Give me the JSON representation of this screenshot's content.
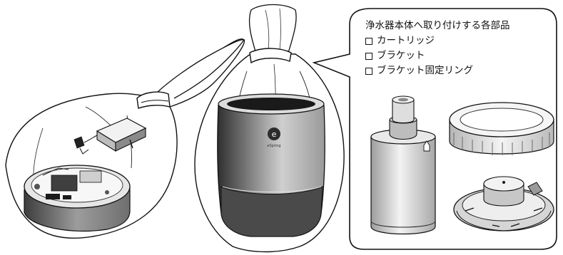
{
  "callout": {
    "heading": "浄水器本体へ取り付けする各部品",
    "items": [
      {
        "label": "カートリッジ"
      },
      {
        "label": "ブラケット"
      },
      {
        "label": "ブラケット固定リング"
      }
    ]
  },
  "purifier": {
    "logo_letter": "e",
    "logo_text": "eSpring"
  },
  "colors": {
    "line": "#111111",
    "body_dark": "#3a3a3a",
    "body_mid": "#7a7a7a",
    "body_light": "#d9d9d9",
    "highlight": "#f2f2f2"
  }
}
